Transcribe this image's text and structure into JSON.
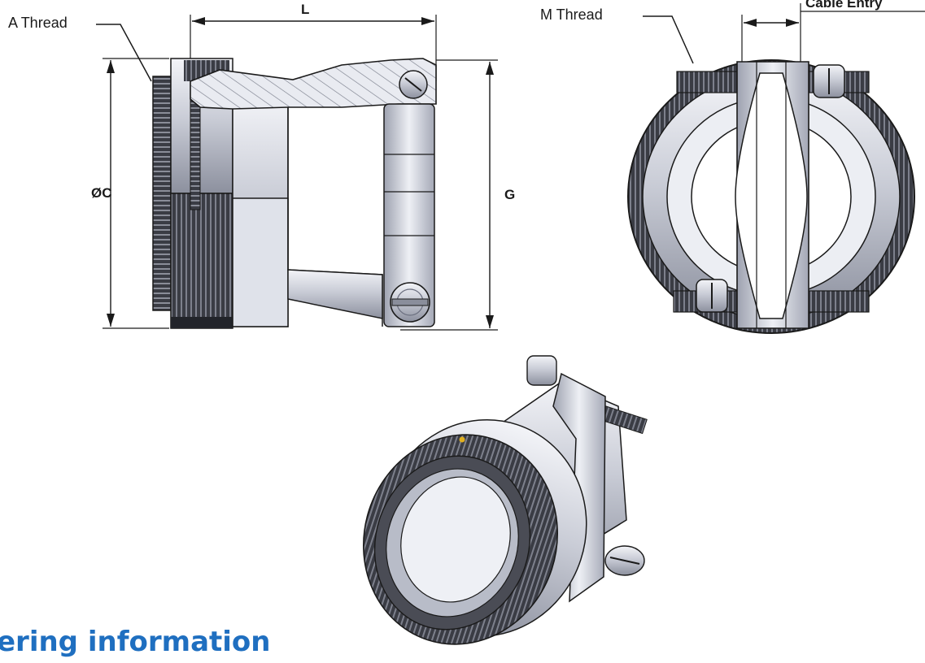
{
  "labels": {
    "a_thread": "A Thread",
    "length": "L",
    "diameter_c": "ØC",
    "g": "G",
    "m_thread": "M Thread",
    "cable_entry": "Cable Entry"
  },
  "section_heading": "ering information",
  "colors": {
    "line": "#1a1a1a",
    "heading": "#1f6fc0",
    "metal_light": "#e4e7ef",
    "metal_mid": "#b9bdca",
    "metal_dark": "#6c7080",
    "knurl": "#2b2d33"
  }
}
